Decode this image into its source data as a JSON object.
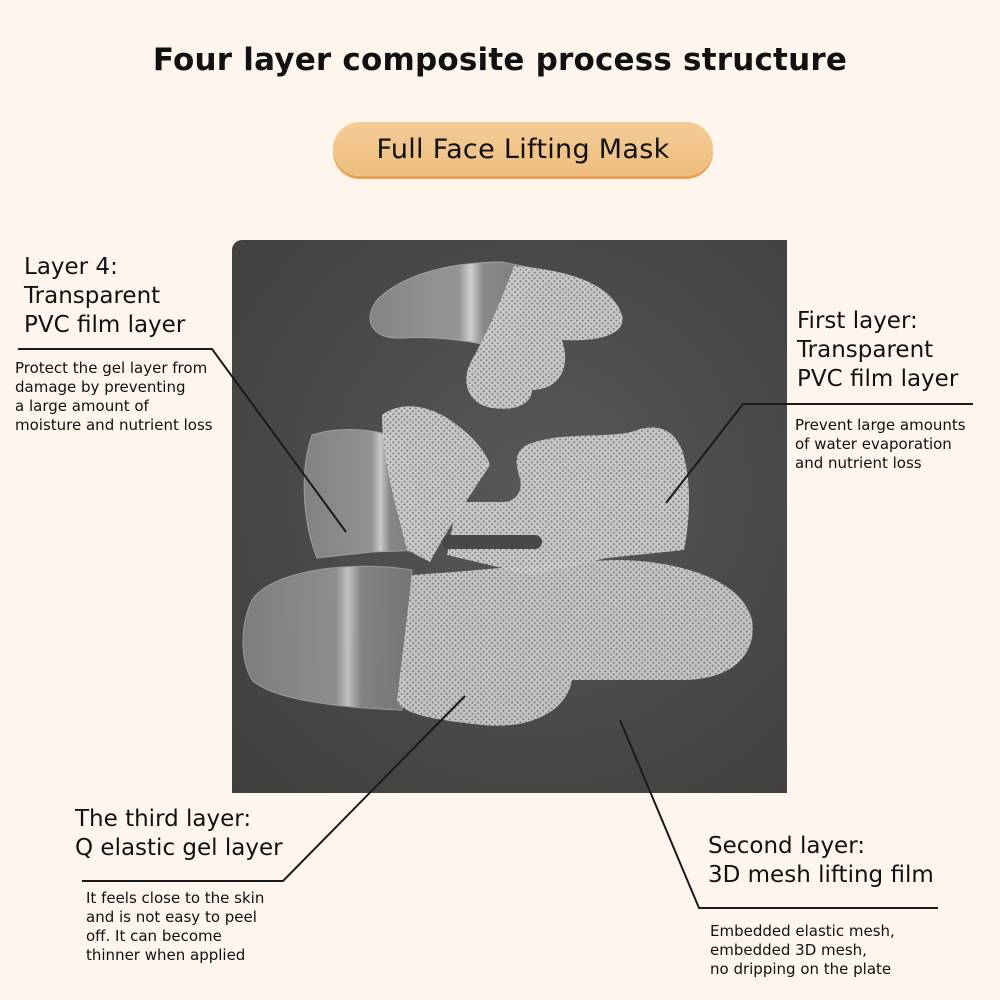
{
  "header": {
    "title": "Four layer composite process structure",
    "badge_label": "Full Face Lifting Mask"
  },
  "photo": {
    "description": "Photo of disassembled full face lifting mask layers on dark gray background",
    "background_color": "#4b4948"
  },
  "callouts": [
    {
      "id": "layer4",
      "heading_lines": [
        "Layer 4:",
        "Transparent",
        "PVC film layer"
      ],
      "description_lines": [
        "Protect the gel layer from",
        "damage by preventing",
        "a large amount of",
        "moisture and nutrient loss"
      ]
    },
    {
      "id": "layer1",
      "heading_lines": [
        "First layer:",
        "Transparent",
        "PVC film layer"
      ],
      "description_lines": [
        "Prevent large amounts",
        "of water evaporation",
        "and nutrient loss"
      ]
    },
    {
      "id": "layer3",
      "heading_lines": [
        "The third layer:",
        "Q elastic gel layer"
      ],
      "description_lines": [
        "It feels close to the skin",
        "and is not easy to peel",
        "off. It can become",
        "thinner when applied"
      ]
    },
    {
      "id": "layer2",
      "heading_lines": [
        "Second layer:",
        "3D mesh lifting film"
      ],
      "description_lines": [
        "Embedded elastic mesh,",
        "embedded 3D mesh,",
        "no dripping on the plate"
      ]
    }
  ],
  "colors": {
    "background": "#fef5ec",
    "badge": "#f0c285",
    "badge_shadow": "#e8a24f",
    "text": "#111111",
    "leader_line": "#1a1a1a"
  }
}
